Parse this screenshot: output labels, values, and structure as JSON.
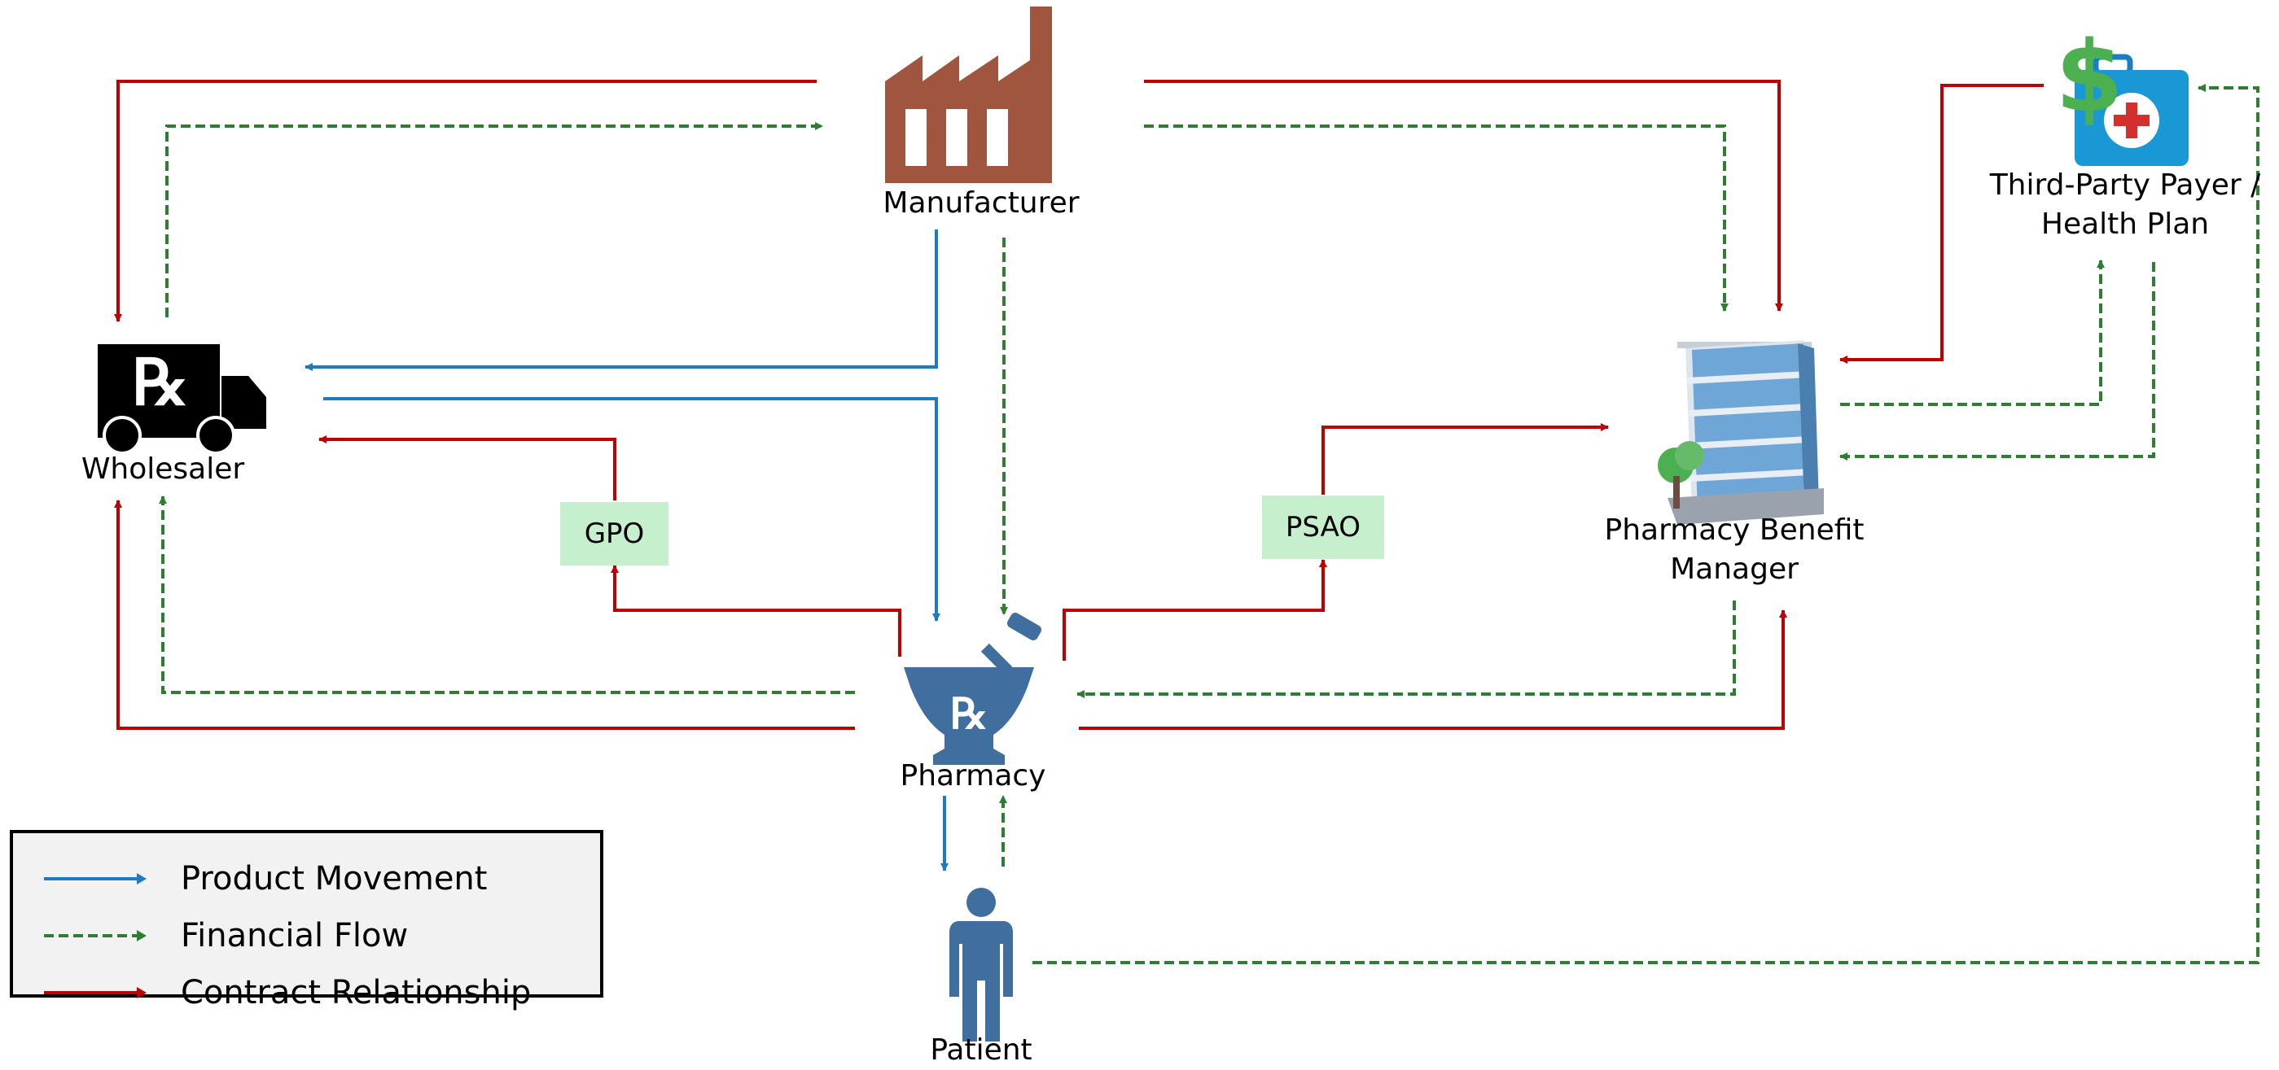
{
  "nodes": {
    "manufacturer": "Manufacturer",
    "wholesaler": "Wholesaler",
    "pharmacy": "Pharmacy",
    "pbm_line1": "Pharmacy Benefit",
    "pbm_line2": "Manager",
    "payer_line1": "Third-Party Payer /",
    "payer_line2": "Health Plan",
    "patient": "Patient",
    "gpo": "GPO",
    "psao": "PSAO"
  },
  "legend": {
    "product": "Product Movement",
    "financial": "Financial Flow",
    "contract": "Contract Relationship"
  },
  "colors": {
    "product": "#1f7bbf",
    "financial": "#2e7d32",
    "contract": "#c00000",
    "factory": "#a0553f",
    "pharmacy_icon": "#3f6e9f",
    "box_fill": "#c6efce"
  },
  "icons": [
    "factory-icon",
    "rx-truck-icon",
    "mortar-pestle-rx-icon",
    "office-building-icon",
    "medical-bag-dollar-icon",
    "person-icon"
  ]
}
